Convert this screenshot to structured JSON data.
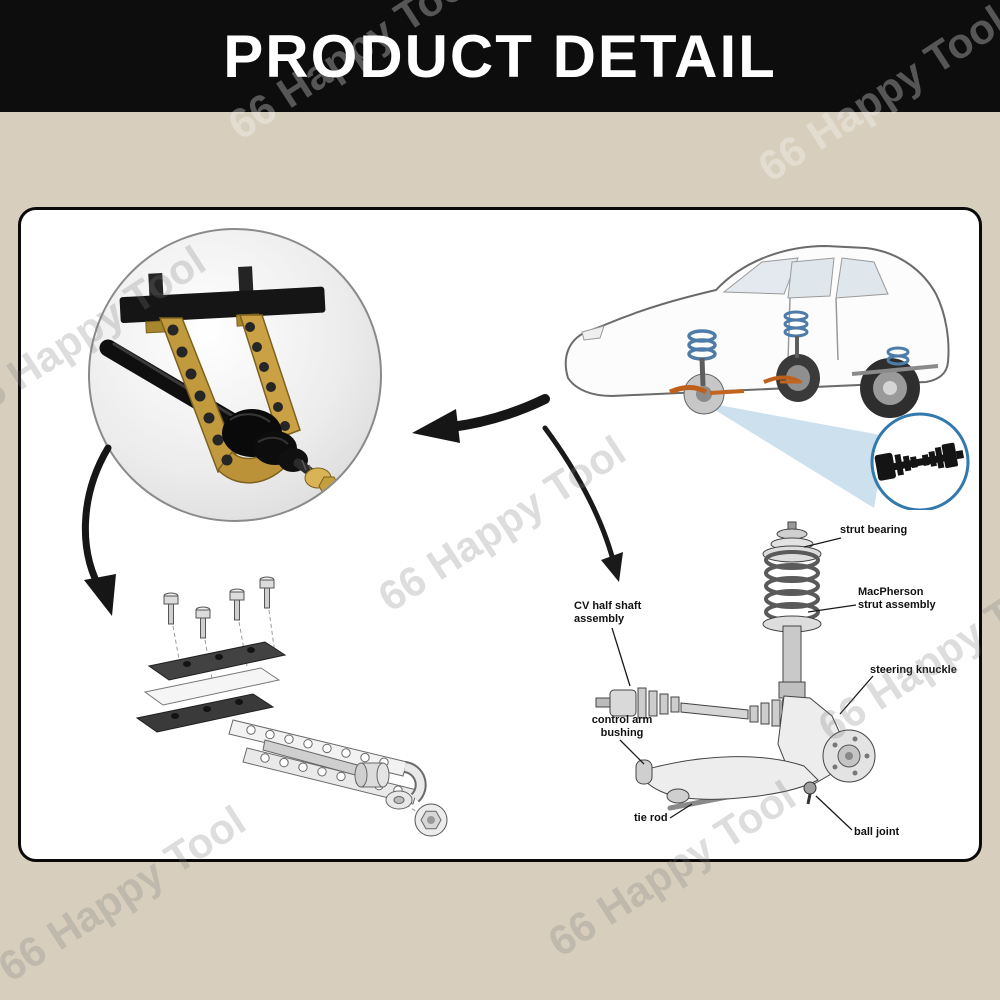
{
  "banner": {
    "title": "PRODUCT DETAIL"
  },
  "watermark": {
    "text": "66 Happy Tool"
  },
  "suspension_labels": {
    "strut_bearing": "strut bearing",
    "macpherson_strut_assembly": "MacPherson strut assembly",
    "steering_knuckle": "steering knuckle",
    "cv_half_shaft_assembly": "CV half shaft assembly",
    "control_arm_bushing": "control arm bushing",
    "tie_rod": "tie rod",
    "ball_joint": "ball joint"
  }
}
